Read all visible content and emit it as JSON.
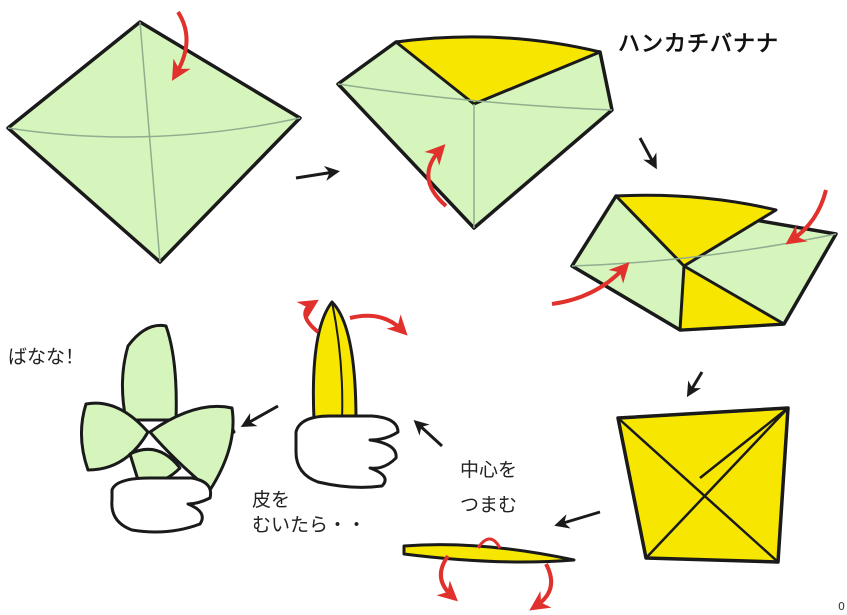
{
  "title": "ハンカチバナナ",
  "labels": {
    "banana": "ばなな！",
    "peel_line1": "皮を",
    "peel_line2": "むいたら・・",
    "pinch_line1": "中心を",
    "pinch_line2": "つまむ"
  },
  "page_number": "0",
  "colors": {
    "cloth_green": "#d6f5bd",
    "cloth_yellow": "#f7e600",
    "outline": "#1a1a1a",
    "fold_line": "#8fae8f",
    "arrow_red": "#e0312c",
    "skin": "#ffffff"
  }
}
